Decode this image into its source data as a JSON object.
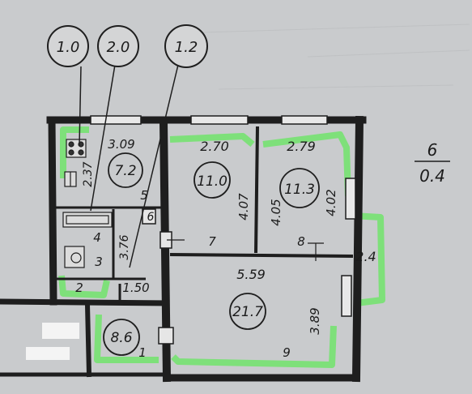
{
  "callouts": {
    "c1": "1.0",
    "c2": "2.0",
    "c3": "1.2"
  },
  "apartment": {
    "number": "6",
    "code": "0.4"
  },
  "rooms": {
    "kitchen": {
      "area": "7.2",
      "width": "3.09",
      "depth": "2.37"
    },
    "room1": {
      "area": "11.0",
      "width": "2.70",
      "depth": "4.07"
    },
    "room2": {
      "area": "11.3",
      "width": "2.79",
      "depth": "4.02",
      "side": "4.05"
    },
    "living": {
      "area": "21.7",
      "width": "5.59",
      "depth": "3.89"
    },
    "hall": {
      "area": "8.6"
    },
    "corridor": {
      "len": "3.76"
    },
    "balcony": {
      "label": "2.4"
    }
  },
  "numbers": {
    "n1": "1",
    "n2": "2",
    "n3": "3",
    "n4": "4",
    "n5": "5",
    "n6": "6",
    "n7": "7",
    "n8": "8",
    "n9": "9",
    "d150": "1.50"
  },
  "colors": {
    "wall": "#1e1e1e",
    "highlight": "#7ee07a",
    "paper": "#c9cbcd"
  }
}
